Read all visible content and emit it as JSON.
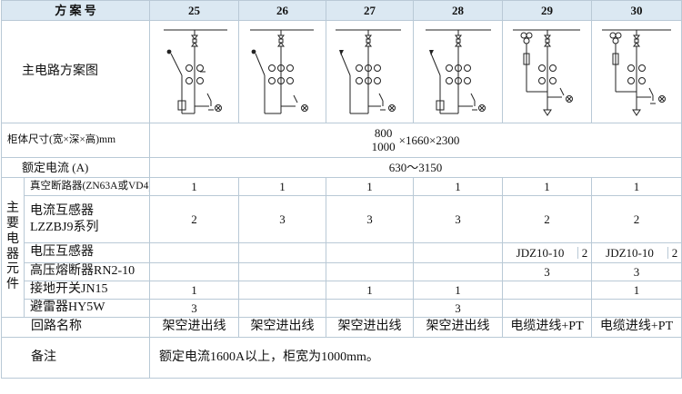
{
  "header": {
    "label": "方 案 号",
    "schemes": [
      "25",
      "26",
      "27",
      "28",
      "29",
      "30"
    ]
  },
  "diagram_row": {
    "label": "主电路方案图"
  },
  "size_row": {
    "label": "柜体尺寸(宽×深×高)mm",
    "widths_top": "800",
    "widths_bottom": "1000",
    "rest": "×1660×2300"
  },
  "current_row": {
    "label": "额定电流 (A)",
    "value": "630～3150"
  },
  "components": {
    "group_label": [
      "主",
      "要",
      "电",
      "器",
      "元",
      "件"
    ],
    "rows": [
      {
        "name": "真空断路器(ZN63A或VD4)",
        "values": [
          "1",
          "1",
          "1",
          "1",
          "1",
          "1"
        ]
      },
      {
        "name_line1": "电流互感器",
        "name_line2": "LZZBJ9系列",
        "values": [
          "2",
          "3",
          "3",
          "3",
          "2",
          "2"
        ]
      },
      {
        "name": "电压互感器",
        "values": [
          "",
          "",
          "",
          "",
          "",
          ""
        ],
        "pt_model": "JDZ10-10",
        "pt_qty": "2"
      },
      {
        "name": "高压熔断器RN2-10",
        "values": [
          "",
          "",
          "",
          "",
          "3",
          "3"
        ]
      },
      {
        "name": "接地开关JN15",
        "values": [
          "1",
          "",
          "1",
          "1",
          "",
          "1"
        ]
      },
      {
        "name": "避雷器HY5W",
        "values": [
          "3",
          "",
          "",
          "3",
          "",
          ""
        ]
      }
    ]
  },
  "circuit_row": {
    "label": "回路名称",
    "values": [
      "架空进出线",
      "架空进出线",
      "架空进出线",
      "架空进出线",
      "电缆进线+PT",
      "电缆进线+PT"
    ]
  },
  "remark_row": {
    "label": "备注",
    "text": "额定电流1600A以上，柜宽为1000mm。"
  }
}
